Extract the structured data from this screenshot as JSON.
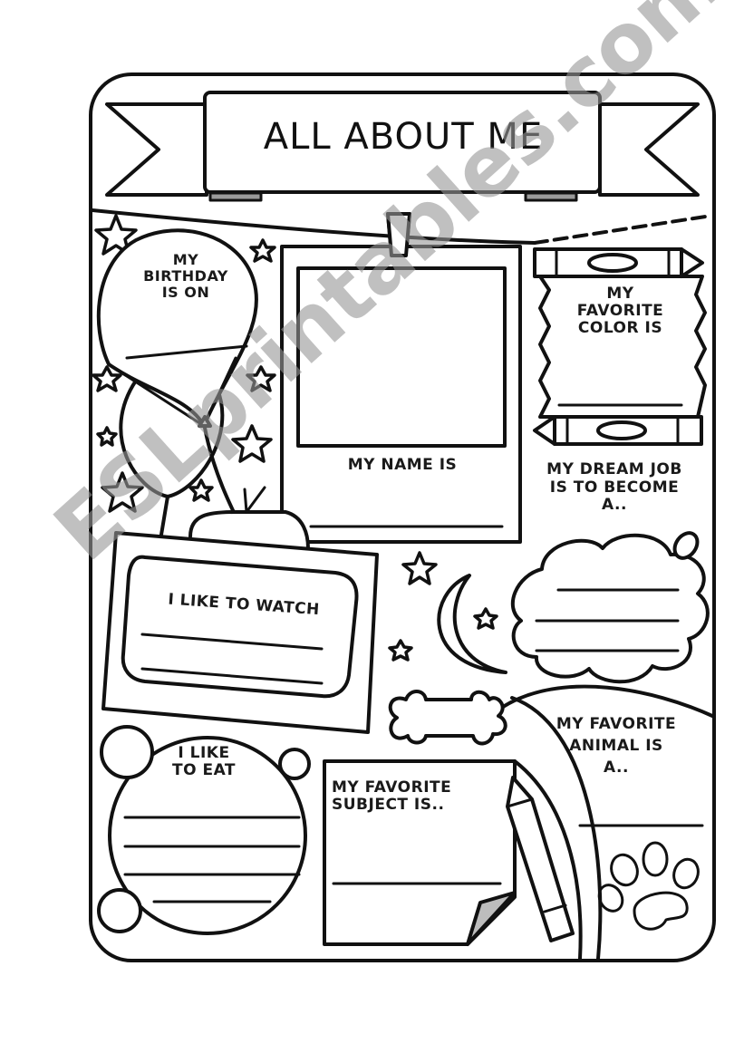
{
  "worksheet": {
    "title": "ALL ABOUT ME",
    "watermark": "ESLprintables.com",
    "sections": {
      "birthday": {
        "line1": "MY",
        "line2": "BIRTHDAY",
        "line3": "IS ON"
      },
      "name": {
        "label": "MY NAME IS"
      },
      "color": {
        "line1": "MY",
        "line2": "FAVORITE",
        "line3": "COLOR IS"
      },
      "dream_job": {
        "line1": "MY DREAM JOB",
        "line2": "IS TO BECOME",
        "line3": "A.."
      },
      "watch": {
        "label": "I LIKE TO WATCH"
      },
      "eat": {
        "line1": "I LIKE",
        "line2": "TO EAT"
      },
      "subject": {
        "line1": "MY FAVORITE",
        "line2": "SUBJECT IS.."
      },
      "animal": {
        "line1": "MY FAVORITE",
        "line2": "ANIMAL IS",
        "line3": "A.."
      }
    },
    "colors": {
      "ink": "#111111",
      "paper": "#ffffff",
      "shade": "#9a9a9a",
      "watermark": "#969696"
    }
  }
}
